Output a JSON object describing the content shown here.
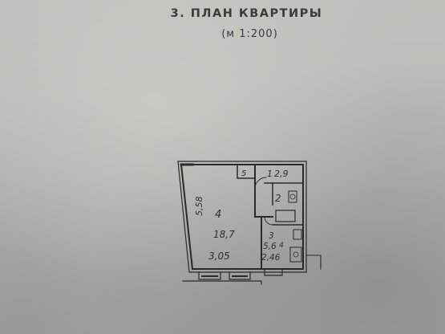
{
  "document": {
    "title": "3. ПЛАН КВАРТИРЫ",
    "scale": "(м 1:200)"
  },
  "plan": {
    "room_main": {
      "number": "4",
      "area": "18,7",
      "length": "5,58",
      "width": "3,05"
    },
    "kitchen": {
      "number": "3",
      "area": "5,6",
      "extra": "4",
      "width": "2,46"
    },
    "bathroom": {
      "number": "2"
    },
    "hallway": {
      "number": "1",
      "area": "2,9"
    },
    "closet": {
      "number": "5"
    }
  }
}
